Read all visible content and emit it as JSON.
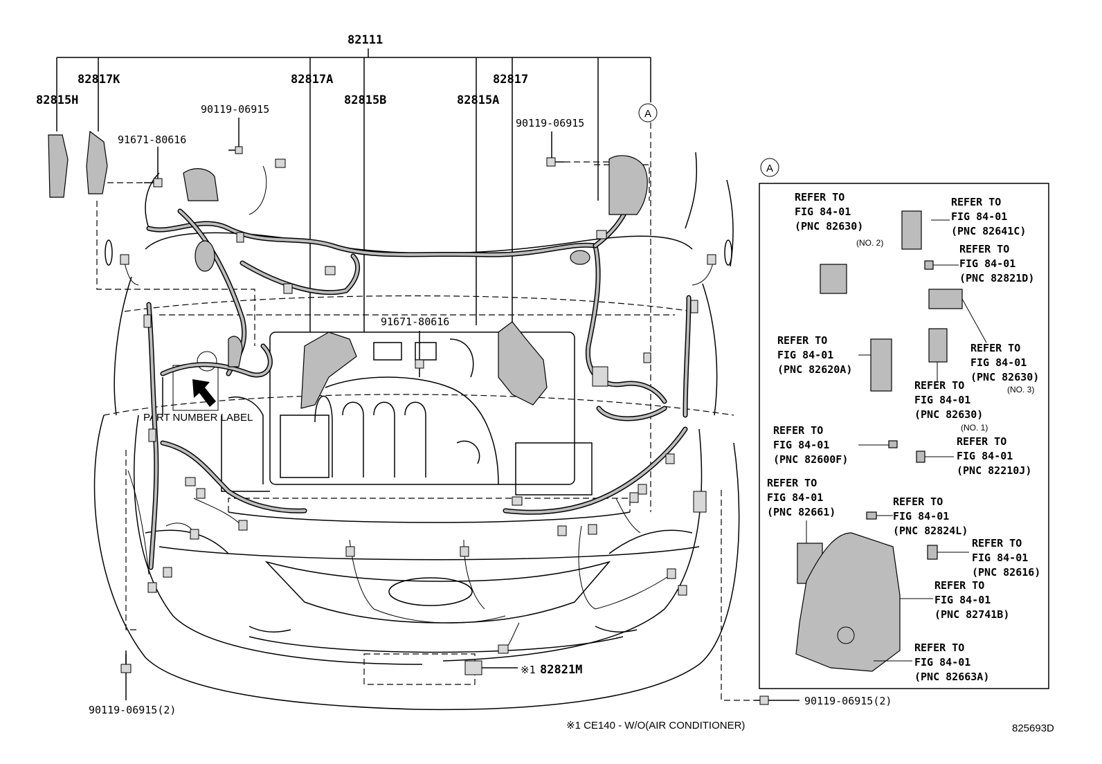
{
  "callouts": {
    "p82111": "82111",
    "p82817K": "82817K",
    "p82815H": "82815H",
    "p82817A": "82817A",
    "p82815B": "82815B",
    "p82817": "82817",
    "p82815A": "82815A",
    "bolt_top_left": "90119-06915",
    "clip_left": "91671-80616",
    "bolt_top_right": "90119-06915",
    "clip_center": "91671-80616",
    "bolt_bottom_left": "90119-06915(2)",
    "bolt_bottom_right": "90119-06915(2)",
    "p82821M": "82821M",
    "mark_82821M": "※1",
    "part_number_label": "PART NUMBER LABEL",
    "ref_a_main": "A",
    "ref_a_inset": "A"
  },
  "inset_refs": [
    {
      "l1": "REFER TO",
      "l2": "FIG 84-01",
      "l3": "(PNC 82630)",
      "note": "(NO. 2)"
    },
    {
      "l1": "REFER TO",
      "l2": "FIG 84-01",
      "l3": "(PNC 82641C)"
    },
    {
      "l1": "REFER TO",
      "l2": "FIG 84-01",
      "l3": "(PNC 82821D)"
    },
    {
      "l1": "REFER TO",
      "l2": "FIG 84-01",
      "l3": "(PNC 82620A)"
    },
    {
      "l1": "REFER TO",
      "l2": "FIG 84-01",
      "l3": "(PNC 82630)",
      "note": "(NO. 3)"
    },
    {
      "l1": "REFER TO",
      "l2": "FIG 84-01",
      "l3": "(PNC 82630)",
      "note": "(NO. 1)"
    },
    {
      "l1": "REFER TO",
      "l2": "FIG 84-01",
      "l3": "(PNC 82600F)"
    },
    {
      "l1": "REFER TO",
      "l2": "FIG 84-01",
      "l3": "(PNC 82210J)"
    },
    {
      "l1": "REFER TO",
      "l2": "FIG 84-01",
      "l3": "(PNC 82661)"
    },
    {
      "l1": "REFER TO",
      "l2": "FIG 84-01",
      "l3": "(PNC 82824L)"
    },
    {
      "l1": "REFER TO",
      "l2": "FIG 84-01",
      "l3": "(PNC 82616)"
    },
    {
      "l1": "REFER TO",
      "l2": "FIG 84-01",
      "l3": "(PNC 82741B)"
    },
    {
      "l1": "REFER TO",
      "l2": "FIG 84-01",
      "l3": "(PNC 82663A)"
    }
  ],
  "footer": {
    "note": "※1 CE140 - W/O(AIR CONDITIONER)",
    "figure_id": "825693D"
  }
}
